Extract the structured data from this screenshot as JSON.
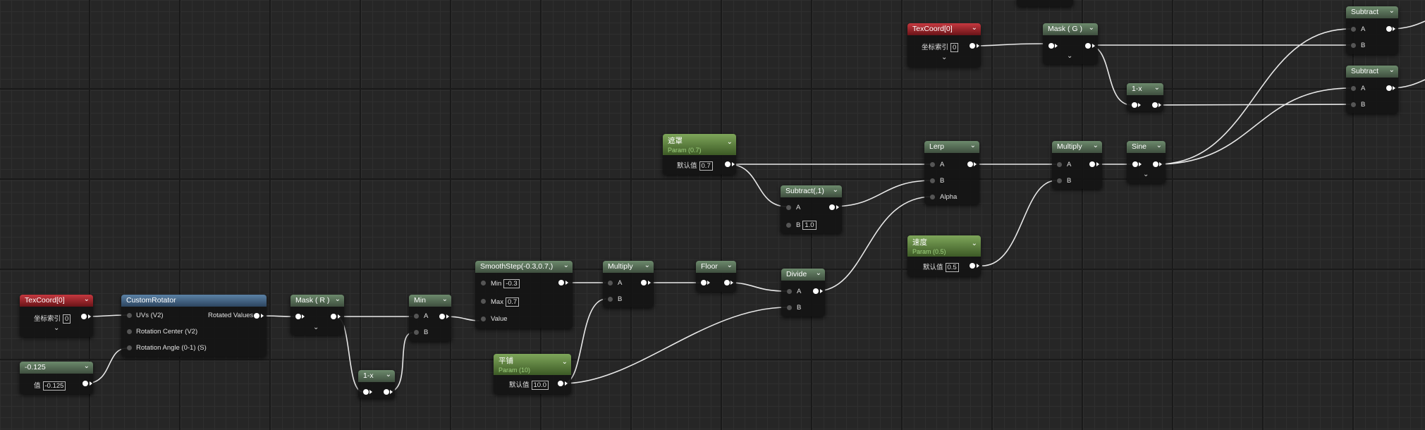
{
  "nodes": {
    "texcoord_a": {
      "title": "TexCoord[0]",
      "label": "坐标索引",
      "value": "0"
    },
    "texcoord_b": {
      "title": "TexCoord[0]",
      "label": "坐标索引",
      "value": "0"
    },
    "const": {
      "title": "-0.125",
      "label": "值",
      "value": "-0.125"
    },
    "rotator": {
      "title": "CustomRotator",
      "in1": "UVs (V2)",
      "in2": "Rotation Center (V2)",
      "in3": "Rotation Angle (0-1) (S)",
      "out": "Rotated Values"
    },
    "mask_r": {
      "title": "Mask ( R )"
    },
    "oneminus_a": {
      "title": "1-x"
    },
    "min": {
      "title": "Min",
      "a": "A",
      "b": "B"
    },
    "smoothstep": {
      "title": "SmoothStep(-0.3,0.7,)",
      "min_label": "Min",
      "min_value": "-0.3",
      "max_label": "Max",
      "max_value": "0.7",
      "value_label": "Value"
    },
    "multiply_a": {
      "title": "Multiply",
      "a": "A",
      "b": "B"
    },
    "floor": {
      "title": "Floor"
    },
    "divide": {
      "title": "Divide",
      "a": "A",
      "b": "B"
    },
    "tile": {
      "title": "平铺",
      "sub": "Param (10)",
      "label": "默认值",
      "value": "10.0"
    },
    "mask_param": {
      "title": "遮罩",
      "sub": "Param (0.7)",
      "label": "默认值",
      "value": "0.7"
    },
    "subtract1": {
      "title": "Subtract(,1)",
      "a": "A",
      "b_label": "B",
      "b_value": "1.0"
    },
    "lerp": {
      "title": "Lerp",
      "a": "A",
      "b": "B",
      "alpha": "Alpha"
    },
    "speed": {
      "title": "速度",
      "sub": "Param (0.5)",
      "label": "默认值",
      "value": "0.5"
    },
    "multiply_b": {
      "title": "Multiply",
      "a": "A",
      "b": "B"
    },
    "sine": {
      "title": "Sine"
    },
    "mask_g": {
      "title": "Mask ( G )"
    },
    "oneminus_b": {
      "title": "1-x"
    },
    "subtract_a": {
      "title": "Subtract",
      "a": "A",
      "b": "B"
    },
    "subtract_b": {
      "title": "Subtract",
      "a": "A",
      "b": "B"
    }
  },
  "colors": {
    "grid": "#262626",
    "node_body": "#141414",
    "header_default": "#56705a",
    "header_param": "#5d8a3c",
    "header_texcoord": "#9c2228",
    "header_custom": "#44698e",
    "wire": "#e8e8e8"
  },
  "icons": {
    "expand": "chevron-down-icon",
    "pin": "pin-dot-icon"
  }
}
